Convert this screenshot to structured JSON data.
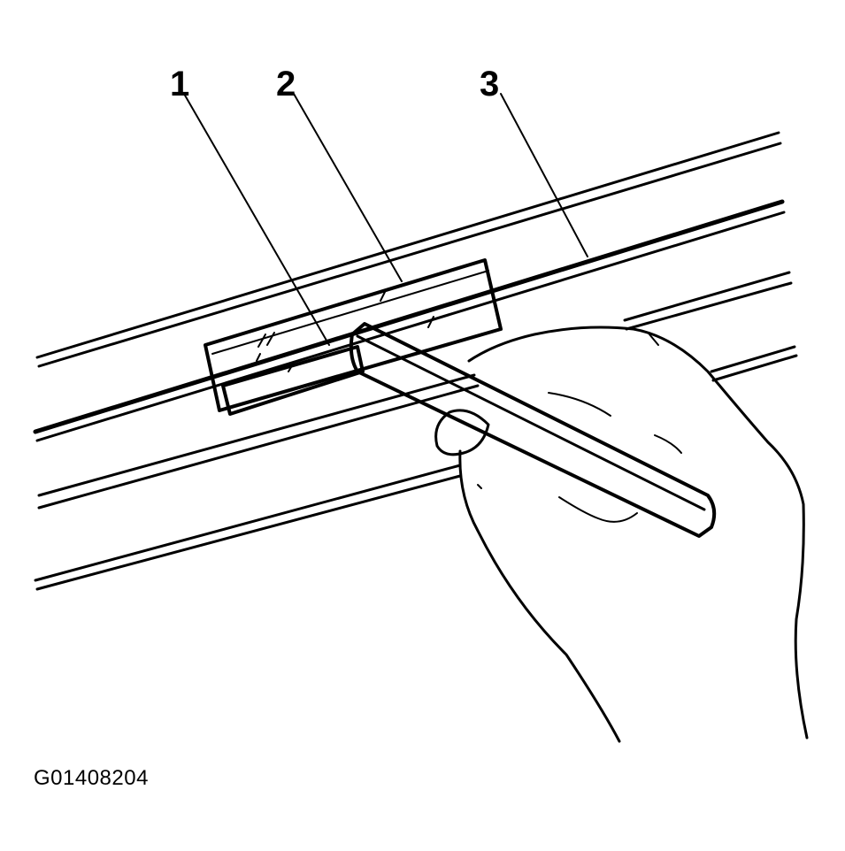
{
  "callouts": [
    {
      "label": "1"
    },
    {
      "label": "2"
    },
    {
      "label": "3"
    }
  ],
  "figure_id": "G01408204",
  "colors": {
    "ink": "#000000",
    "background": "#ffffff"
  }
}
